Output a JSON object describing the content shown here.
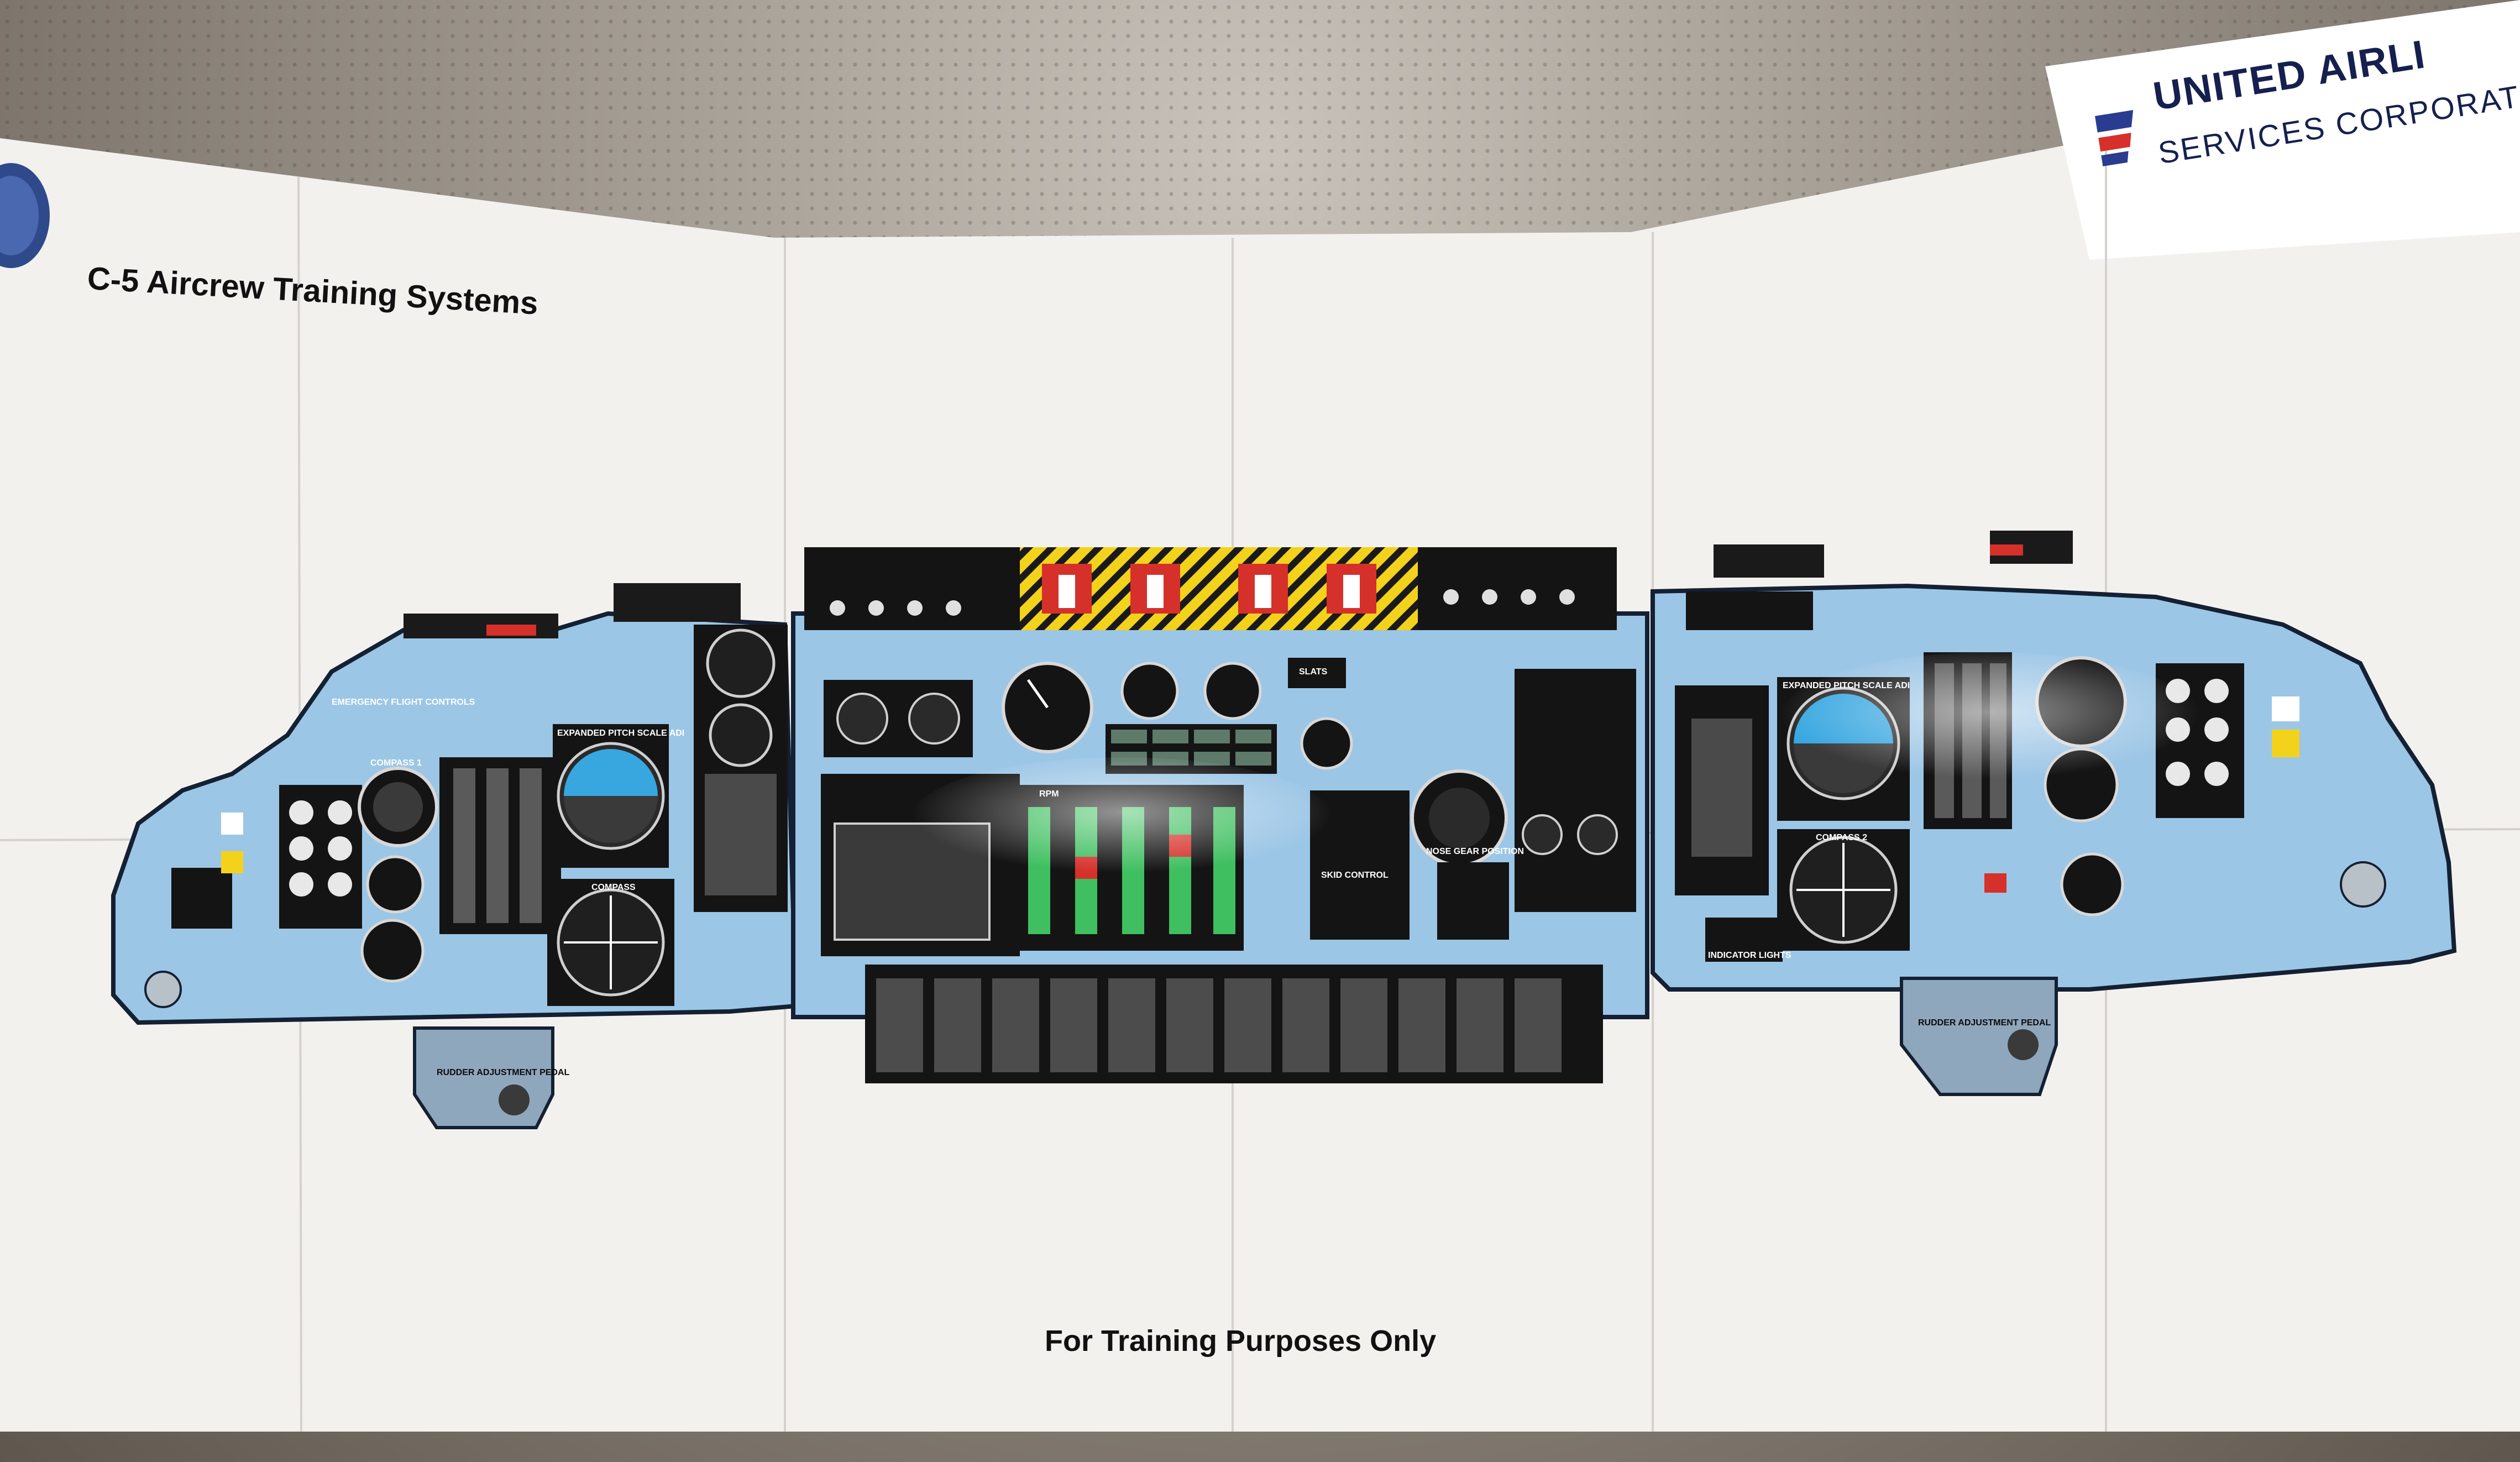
{
  "poster": {
    "title": "C-5 Aircrew Training Systems",
    "footer": "For Training Purposes Only",
    "brand_line1": "UNITED AIRLI",
    "brand_line2": "SERVICES CORPORATIO"
  },
  "panels": {
    "left": {
      "labels": [
        "EMERGENCY FLIGHT CONTROLS",
        "COMPASS 1",
        "EXPANDED PITCH SCALE ADI",
        "COMPASS",
        "RUDDER ADJUSTMENT PEDAL"
      ]
    },
    "center": {
      "labels": [
        "SLATS",
        "RPM",
        "SKID CONTROL",
        "NOSE GEAR POSITION"
      ]
    },
    "right": {
      "labels": [
        "EXPANDED PITCH SCALE ADI",
        "COMPASS 2",
        "INDICATOR LIGHTS",
        "RUDDER ADJUSTMENT PEDAL"
      ]
    }
  },
  "colors": {
    "panel_blue": "#9cc6e6",
    "panel_outline": "#142033",
    "instrument_black": "#141414",
    "warning_yellow": "#f3d21b",
    "warning_red": "#d6302b",
    "brand_navy": "#15204f"
  },
  "icons": [
    "air-force-emblem-icon",
    "united-tulip-logo-icon"
  ]
}
